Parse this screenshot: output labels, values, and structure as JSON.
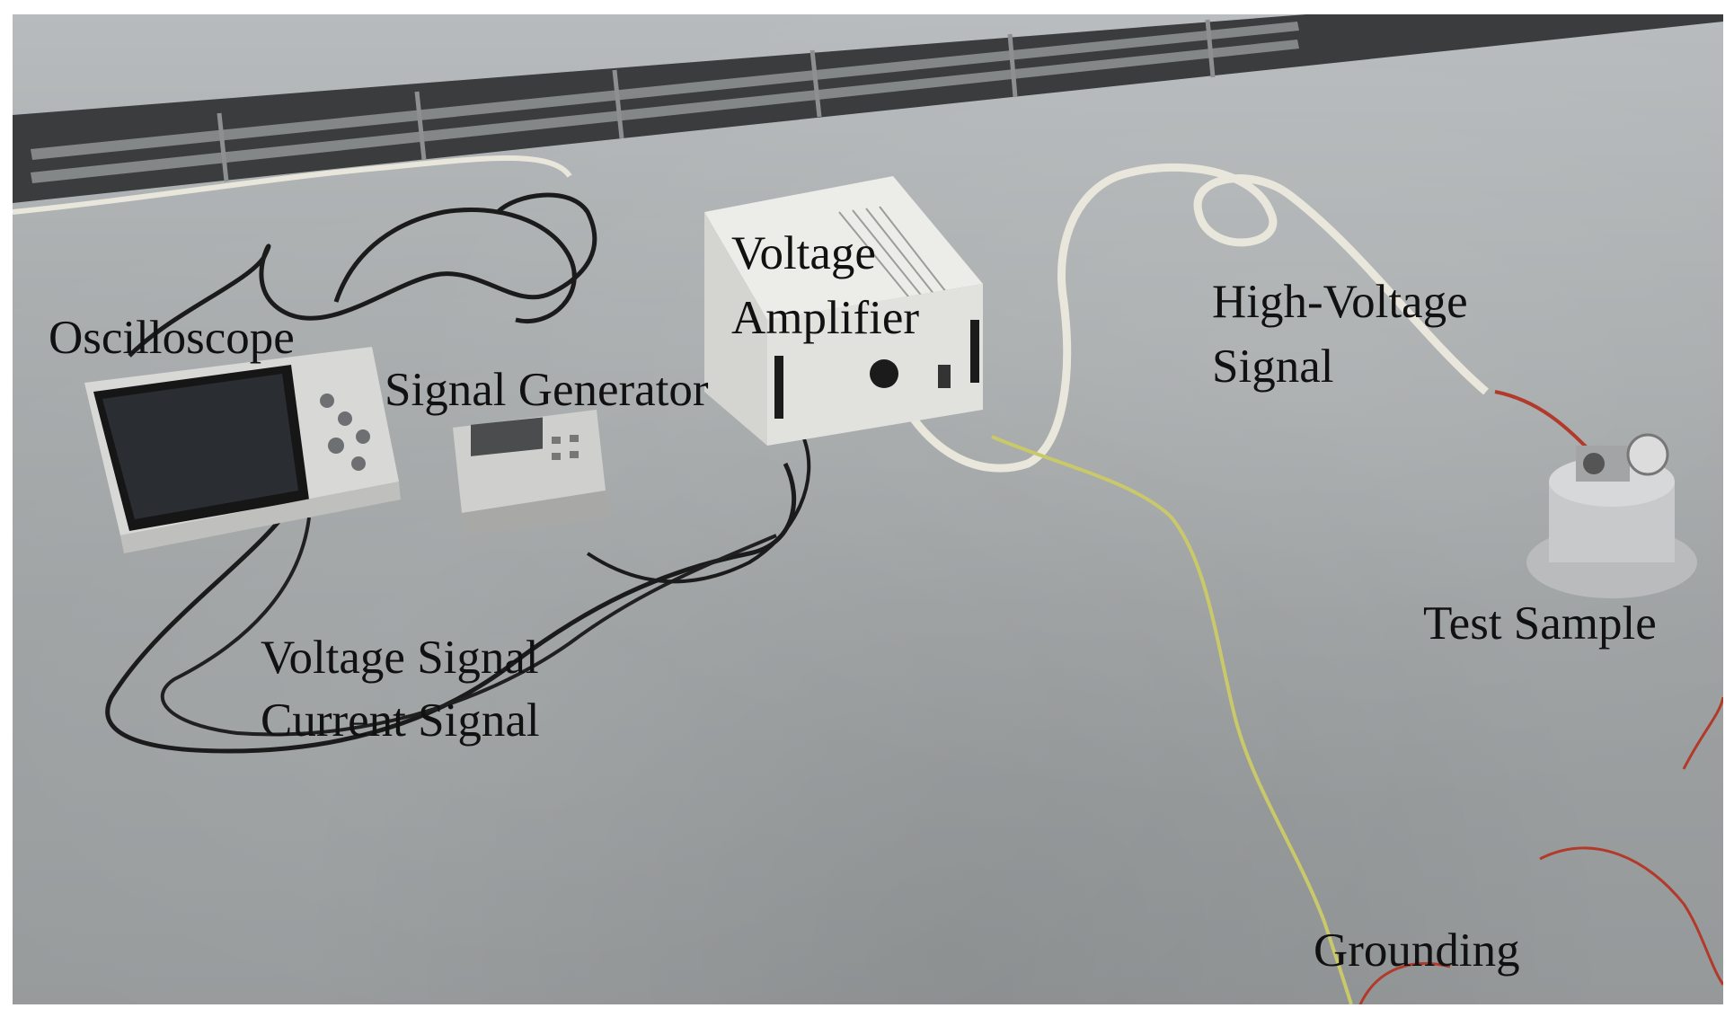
{
  "labels": {
    "oscilloscope": "Oscilloscope",
    "signal_generator": "Signal Generator",
    "voltage_amplifier_line1": "Voltage",
    "voltage_amplifier_line2": "Amplifier",
    "high_voltage_line1": "High-Voltage",
    "high_voltage_line2": "Signal",
    "test_sample": "Test Sample",
    "voltage_signal": "Voltage Signal",
    "current_signal": "Current Signal",
    "grounding": "Grounding"
  },
  "colors": {
    "floor": "#a9adae",
    "grate": "#2b2b2b",
    "cable_black": "#1b1b1b",
    "cable_white": "#e9e6dc",
    "cable_yellow_green": "#c9c86a",
    "cable_red": "#b23a2a",
    "amplifier_body": "#e4e4e2"
  }
}
